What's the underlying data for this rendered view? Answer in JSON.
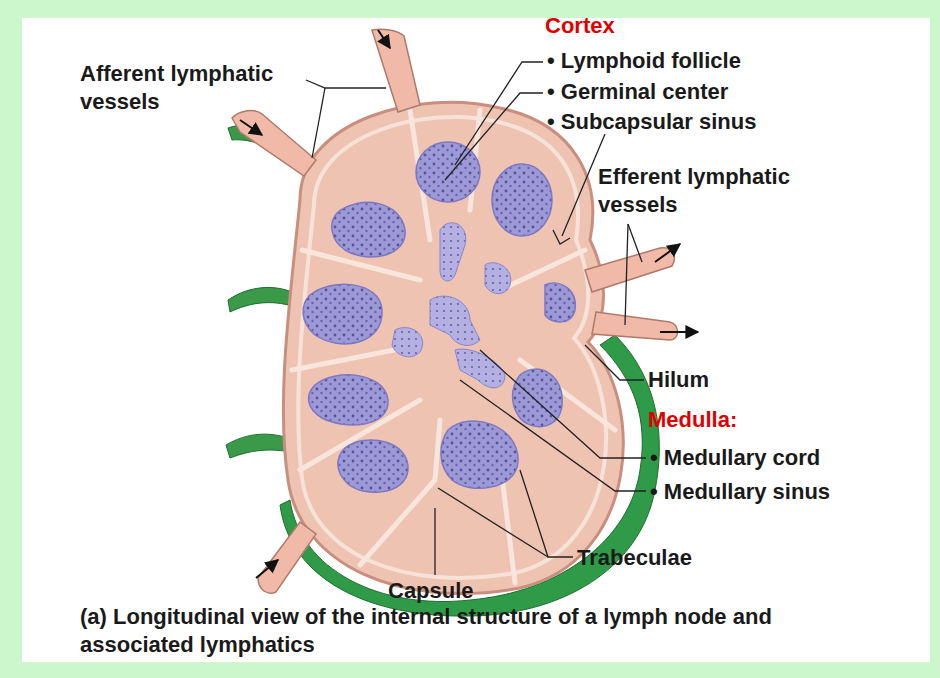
{
  "diagram": {
    "caption": "(a) Longitudinal view of the internal structure of a lymph node and associated lymphatics",
    "labels": [
      "Cortex",
      "• Lymphoid follicle",
      "• Germinal center",
      "• Subcapsular sinus",
      "Afferent lymphatic vessels",
      "Efferent lymphatic vessels",
      "Hilum",
      "Medulla:",
      "• Medullary cord",
      "• Medullary sinus",
      "Trabeculae",
      "Capsule"
    ]
  }
}
